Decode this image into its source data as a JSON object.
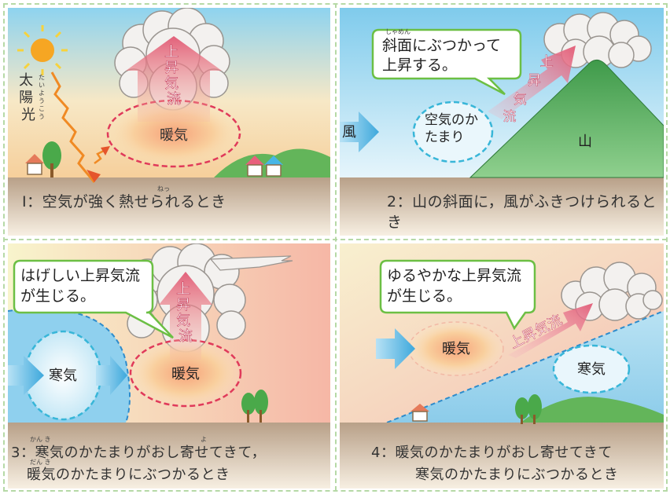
{
  "panel1": {
    "updraft": "上昇気流",
    "warm_air": "暖気",
    "sunlight": "太陽光",
    "sunlight_ruby": "たいようこう",
    "caption": "Ⅰ：空気が強く熱せられるとき",
    "caption_ruby": "ねっ"
  },
  "panel2": {
    "callout": "斜面にぶつかって上昇する。",
    "callout_ruby": "しゃめん",
    "updraft": "上昇気流",
    "wind": "風",
    "air_mass": "空気のかたまり",
    "mountain": "山",
    "caption": "2：山の斜面に，風がふきつけられるとき"
  },
  "panel3": {
    "callout": "はげしい上昇気流が生じる。",
    "updraft": "上昇気流",
    "cold_air": "寒気",
    "warm_air": "暖気",
    "caption_line1": "3：寒気のかたまりがおし寄せてきて，",
    "caption_line2": "暖気のかたまりにぶつかるとき",
    "ruby_kanki": "かん き",
    "ruby_yo": "よ",
    "ruby_danki": "だん き"
  },
  "panel4": {
    "callout": "ゆるやかな上昇気流が生じる。",
    "updraft": "上昇気流",
    "warm_air": "暖気",
    "cold_air": "寒気",
    "caption_line1": "4：暖気のかたまりがおし寄せてきて",
    "caption_line2": "寒気のかたまりにぶつかるとき"
  },
  "colors": {
    "arrow_red": "#e2607a",
    "wind_blue": "#3da8dc",
    "warm_dash": "#e03a5a",
    "cold_dash": "#38b6d8",
    "callout_border": "#6cbf44",
    "ground": "#c9b396",
    "mountain": "#77be7e"
  }
}
